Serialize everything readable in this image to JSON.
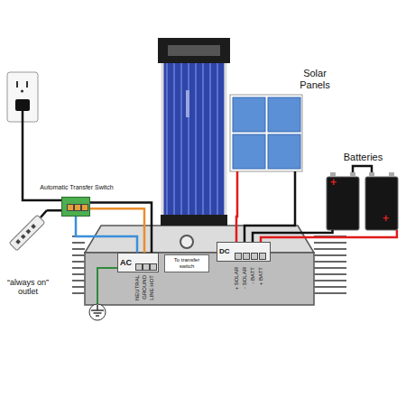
{
  "diagram": {
    "nodes": [
      {
        "text": [
          "Automatic Transfer Switch"
        ]
      },
      {
        "text": [
          "“always on” outlet"
        ]
      },
      {
        "text": [
          "Solar Panels"
        ]
      },
      {
        "text": [
          "Batteries"
        ]
      },
      {
        "text": [
          "AC"
        ]
      },
      {
        "text": [
          "To transfer switch"
        ]
      },
      {
        "text": [
          "DC"
        ]
      }
    ],
    "edges": [
      {
        "from": 1,
        "to": 0,
        "arrow": "none"
      },
      {
        "from": 0,
        "to": 4,
        "arrow": "none"
      },
      {
        "from": 2,
        "to": 6,
        "arrow": "none"
      },
      {
        "from": 3,
        "to": 6,
        "arrow": "none"
      }
    ],
    "labels": [
      "NEUTRAL",
      "GROUND",
      "LINE HOT",
      "+ SOLAR",
      "- SOLAR",
      "- BATT",
      "+ BATT",
      "+",
      "+"
    ]
  }
}
